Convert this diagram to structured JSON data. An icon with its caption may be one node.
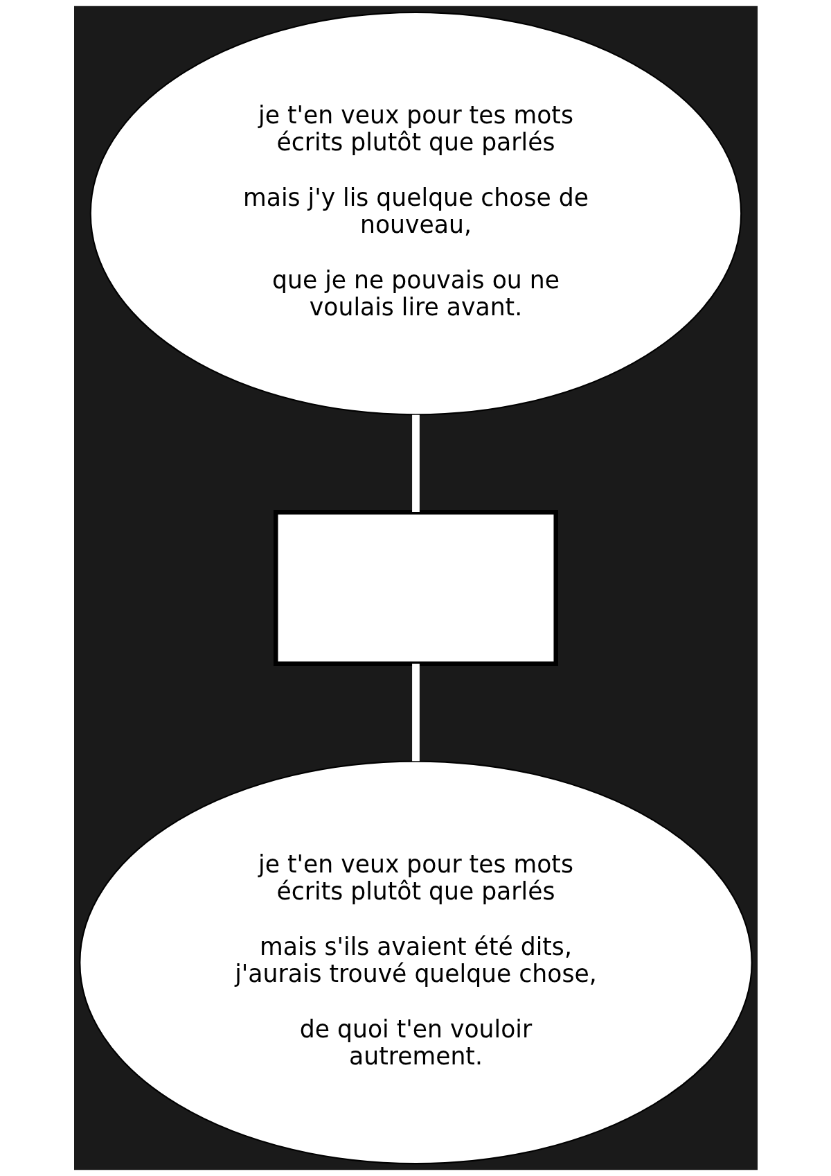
{
  "diagram": {
    "nodes": [
      {
        "text": [
          "je t'en veux pour tes mots écrits plutôt que parlés",
          "mais j'y lis quelque chose de nouveau,",
          "que je ne pouvais ou ne voulais lire avant."
        ]
      },
      {
        "text": [],
        "shape": "box"
      },
      {
        "text": [
          "je t'en veux pour tes mots écrits plutôt que parlés",
          "mais s'ils avaient été dits, j'aurais trouvé quelque chose,",
          "de quoi t'en vouloir autrement."
        ]
      }
    ],
    "edges": [
      {
        "from": 0,
        "to": 1,
        "arrow": "none"
      },
      {
        "from": 1,
        "to": 2,
        "arrow": "none"
      }
    ]
  }
}
